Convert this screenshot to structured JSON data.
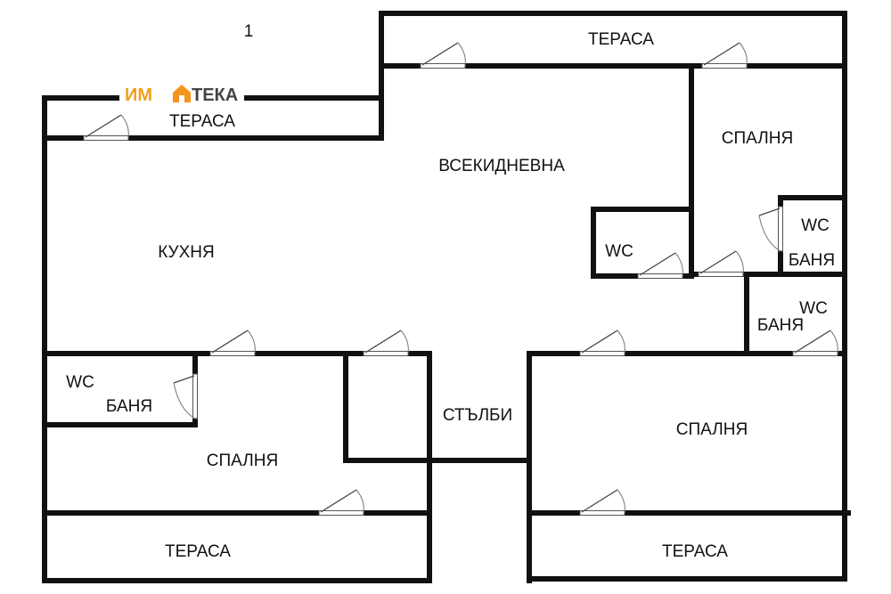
{
  "plan": {
    "page_number": "1",
    "logo": {
      "part1": "ИМ",
      "part2": "ТЕКА",
      "accent": "#f0a01e",
      "house_color": "#f7941d"
    },
    "rooms": {
      "terrace_top": "ТЕРАСА",
      "terrace_left": "ТЕРАСА",
      "living": "ВСЕКИДНЕВНА",
      "bedroom_ne": "СПАЛНЯ",
      "wc_ne": "WC",
      "bath_ne": "БАНЯ",
      "kitchen": "КУХНЯ",
      "wc_center": "WC",
      "wc_east": "WC",
      "bath_east": "БАНЯ",
      "wc_sw": "WC",
      "bath_sw": "БАНЯ",
      "stairs": "СТЪЛБИ",
      "bedroom_sw": "СПАЛНЯ",
      "bedroom_se": "СПАЛНЯ",
      "terrace_bottom_left": "ТЕРАСА",
      "terrace_bottom_right": "ТЕРАСА"
    },
    "colors": {
      "wall": "#111111",
      "background": "#ffffff"
    }
  }
}
